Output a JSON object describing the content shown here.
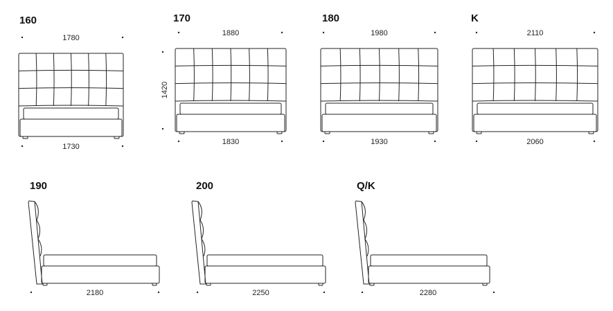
{
  "front_views": [
    {
      "size": "160",
      "top_width": "1780",
      "bottom_width": "1730"
    },
    {
      "size": "170",
      "top_width": "1880",
      "bottom_width": "1830",
      "height": "1420"
    },
    {
      "size": "180",
      "top_width": "1980",
      "bottom_width": "1930"
    },
    {
      "size": "K",
      "top_width": "2110",
      "bottom_width": "2060"
    }
  ],
  "side_views": [
    {
      "size": "190",
      "length": "2180"
    },
    {
      "size": "200",
      "length": "2250"
    },
    {
      "size": "Q/K",
      "length": "2280"
    }
  ],
  "colors": {
    "line": "#222222",
    "background": "#ffffff"
  }
}
